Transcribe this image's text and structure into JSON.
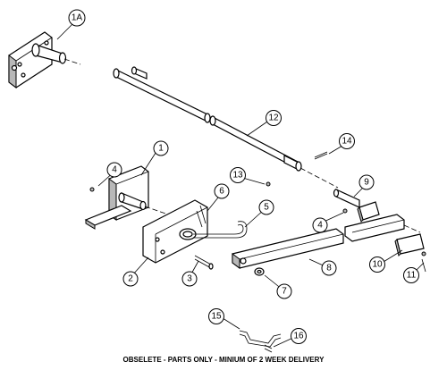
{
  "callouts": [
    {
      "id": "1A",
      "label": "1A"
    },
    {
      "id": "1",
      "label": "1"
    },
    {
      "id": "2",
      "label": "2"
    },
    {
      "id": "3",
      "label": "3"
    },
    {
      "id": "4a",
      "label": "4"
    },
    {
      "id": "4b",
      "label": "4"
    },
    {
      "id": "5",
      "label": "5"
    },
    {
      "id": "6",
      "label": "6"
    },
    {
      "id": "7",
      "label": "7"
    },
    {
      "id": "8",
      "label": "8"
    },
    {
      "id": "9",
      "label": "9"
    },
    {
      "id": "10",
      "label": "10"
    },
    {
      "id": "11",
      "label": "11"
    },
    {
      "id": "12",
      "label": "12"
    },
    {
      "id": "13",
      "label": "13"
    },
    {
      "id": "14",
      "label": "14"
    },
    {
      "id": "15",
      "label": "15"
    },
    {
      "id": "16",
      "label": "16"
    }
  ],
  "footer_note": "OBSELETE - PARTS ONLY - MINIUM OF 2 WEEK DELIVERY",
  "colors": {
    "line": "#000000",
    "background": "#ffffff",
    "shade": "#b8b8b8"
  }
}
